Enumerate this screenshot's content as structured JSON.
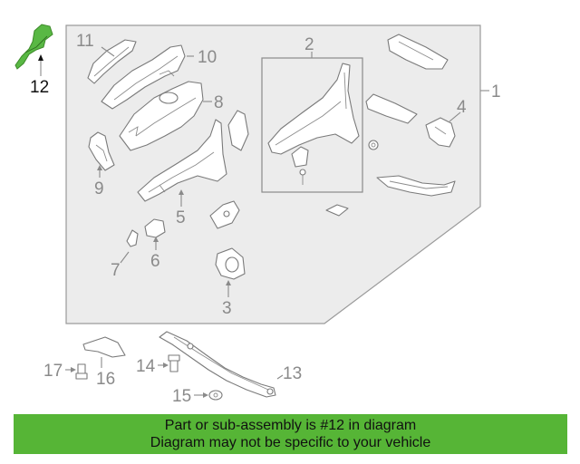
{
  "diagram": {
    "callouts": [
      {
        "id": "1",
        "label": "1",
        "highlighted": false
      },
      {
        "id": "2",
        "label": "2",
        "highlighted": false
      },
      {
        "id": "3",
        "label": "3",
        "highlighted": false
      },
      {
        "id": "4",
        "label": "4",
        "highlighted": false
      },
      {
        "id": "5",
        "label": "5",
        "highlighted": false
      },
      {
        "id": "6",
        "label": "6",
        "highlighted": false
      },
      {
        "id": "7",
        "label": "7",
        "highlighted": false
      },
      {
        "id": "8",
        "label": "8",
        "highlighted": false
      },
      {
        "id": "9",
        "label": "9",
        "highlighted": false
      },
      {
        "id": "10",
        "label": "10",
        "highlighted": false
      },
      {
        "id": "11",
        "label": "11",
        "highlighted": false
      },
      {
        "id": "12",
        "label": "12",
        "highlighted": true
      },
      {
        "id": "13",
        "label": "13",
        "highlighted": false
      },
      {
        "id": "14",
        "label": "14",
        "highlighted": false
      },
      {
        "id": "15",
        "label": "15",
        "highlighted": false
      },
      {
        "id": "16",
        "label": "16",
        "highlighted": false
      },
      {
        "id": "17",
        "label": "17",
        "highlighted": false
      }
    ],
    "highlighted_part": "12",
    "colors": {
      "highlight_part": "#59b844",
      "banner_bg": "#56b536",
      "frame_fill": "#ececec",
      "line": "#7a7a7a",
      "label": "#8a8a8a"
    }
  },
  "banner": {
    "line1": "Part or sub-assembly is #12 in diagram",
    "line2": "Diagram may not be specific to your vehicle"
  }
}
